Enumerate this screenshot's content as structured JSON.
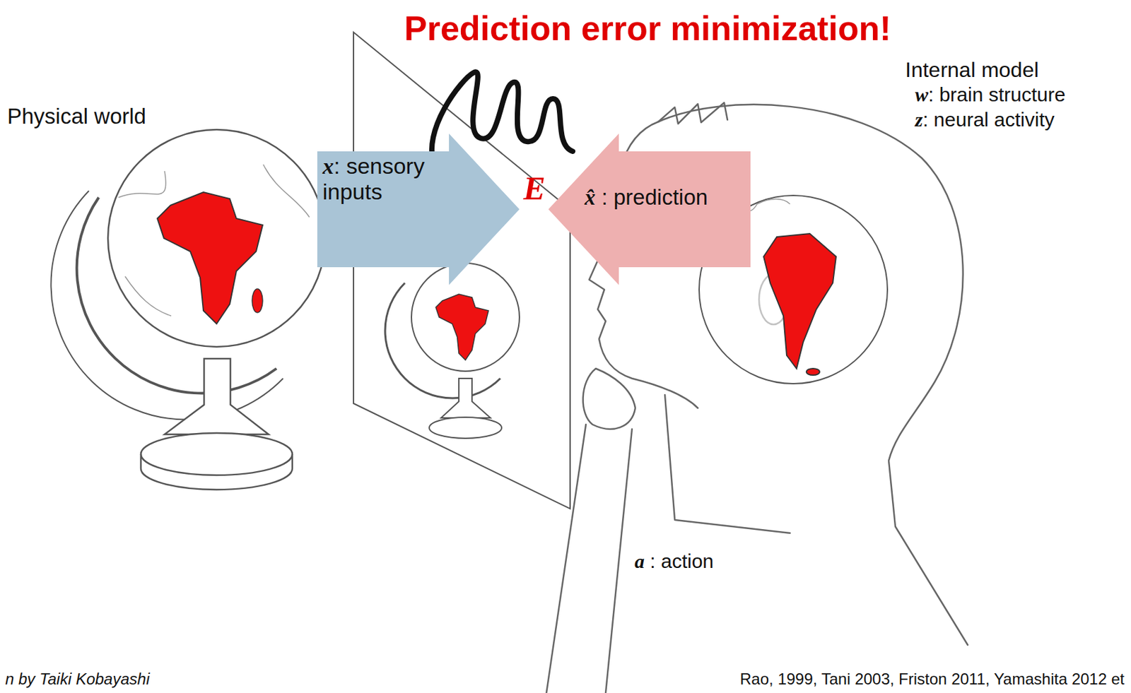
{
  "diagram": {
    "title": "Prediction error minimization!",
    "nodes": [
      {
        "text": [
          "x: sensory inputs"
        ]
      },
      {
        "text": [
          "x̂ : prediction"
        ]
      }
    ],
    "labels": [
      "E",
      "Physical world",
      "Internal model",
      "w: brain structure",
      "z: neural activity",
      "a : action",
      "n by Taiki Kobayashi",
      "Rao, 1999, Tani 2003, Friston 2011, Yamashita 2012 et"
    ]
  }
}
